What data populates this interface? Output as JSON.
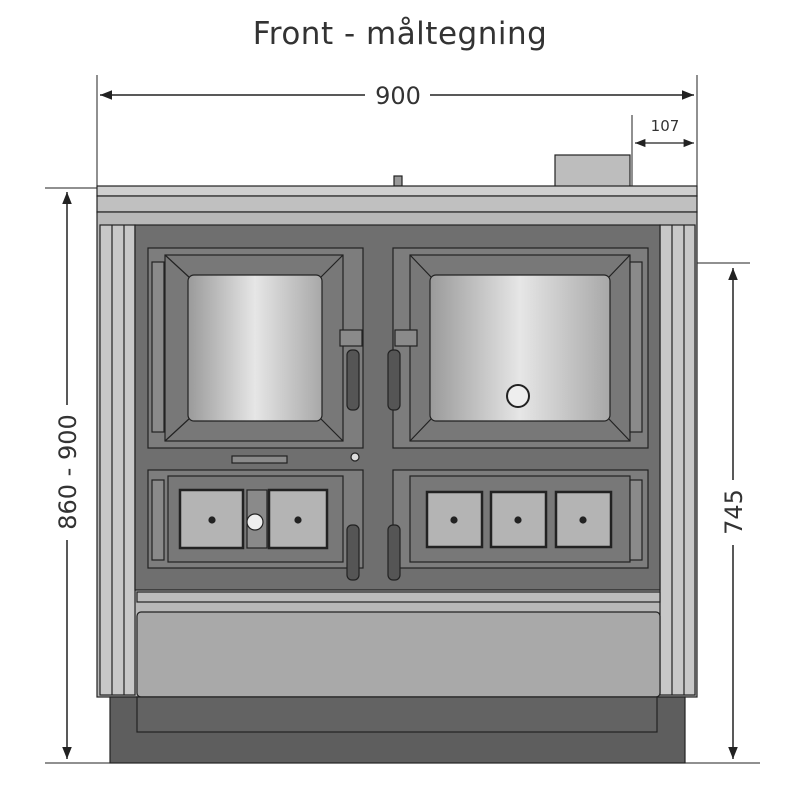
{
  "title": "Front - måltegning",
  "dimensions": {
    "width": "900",
    "flue_offset": "107",
    "height": "860 - 900",
    "door_height": "745"
  },
  "colors": {
    "body": "#6f6f6f",
    "door": "#7d7d7d",
    "frame": "#c4c4c4",
    "glass": "#d8d8d8",
    "base": "#5e5e5e",
    "line": "#222222"
  }
}
